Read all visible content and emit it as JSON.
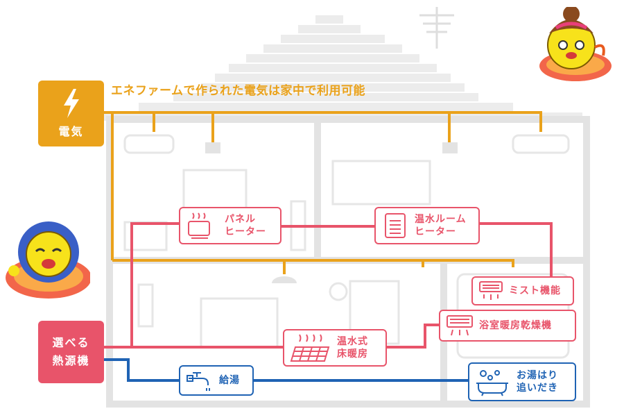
{
  "headline": "エネファームで作られた電気は家中で利用可能",
  "electric_source": {
    "label": "電気",
    "icon": "lightning-bolt-icon"
  },
  "heat_source": {
    "line1": "選べる",
    "line2": "熱源機"
  },
  "appliances": {
    "panel_heater": {
      "line1": "パネル",
      "line2": "ヒーター",
      "icon": "panel-heater-icon"
    },
    "room_heater": {
      "line1": "温水ルーム",
      "line2": "ヒーター",
      "icon": "room-heater-icon"
    },
    "mist": {
      "label": "ミスト機能",
      "icon": "mist-icon"
    },
    "bath_dryer": {
      "label": "浴室暖房乾燥機",
      "icon": "bath-dryer-icon"
    },
    "floor_heating": {
      "line1": "温水式",
      "line2": "床暖房",
      "icon": "floor-heating-icon"
    },
    "hot_water": {
      "label": "給湯",
      "icon": "faucet-icon"
    },
    "bath_refill": {
      "line1": "お湯はり",
      "line2": "追いだき",
      "icon": "bathtub-icon"
    }
  },
  "colors": {
    "electric": "#eaa21b",
    "heat": "#e8546a",
    "water": "#1f63b4",
    "house": "#e6e6e6"
  }
}
